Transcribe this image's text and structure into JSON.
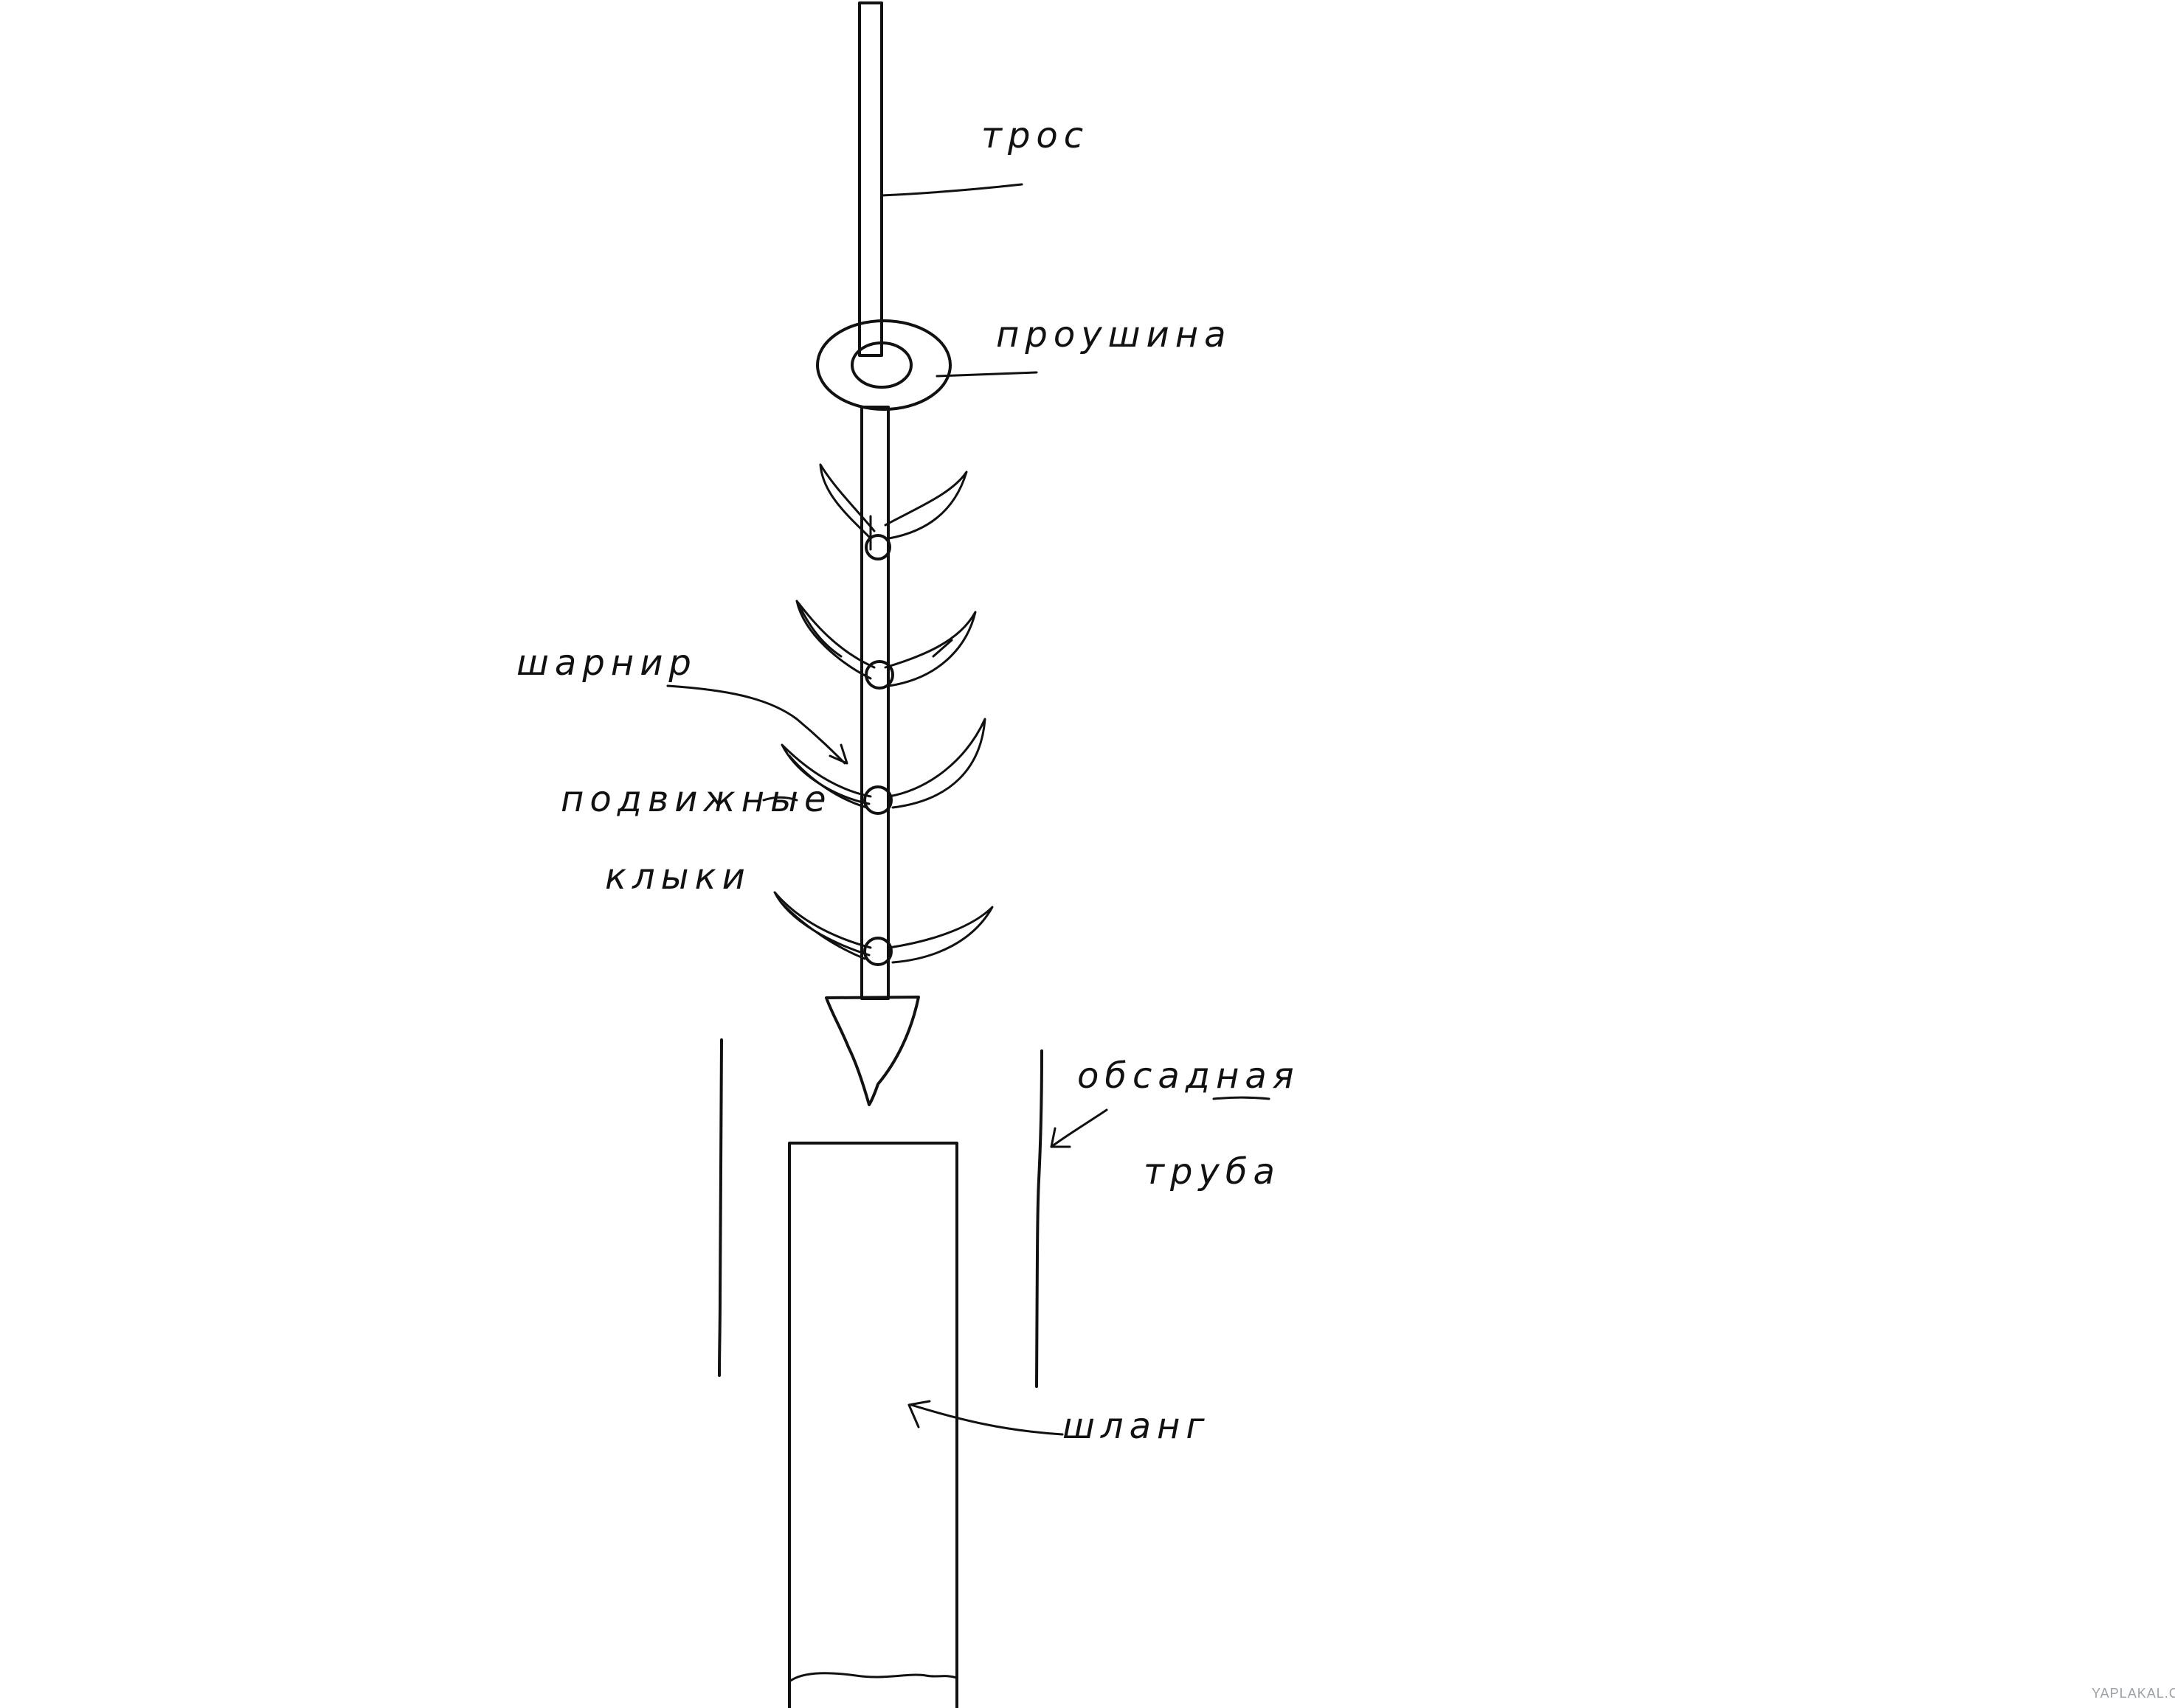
{
  "labels": {
    "tros": "трос",
    "proushina": "проушина",
    "sharnir": "шарнир",
    "podvizhnye": "подвижные",
    "klyki": "клыки",
    "obsadnaya": "обсадная",
    "truba": "труба",
    "shlang": "шланг"
  },
  "watermark": "YAPLAKAL.COM",
  "colors": {
    "ink": "#111111",
    "background": "#ffffff",
    "watermark": "#9aa0a6"
  }
}
